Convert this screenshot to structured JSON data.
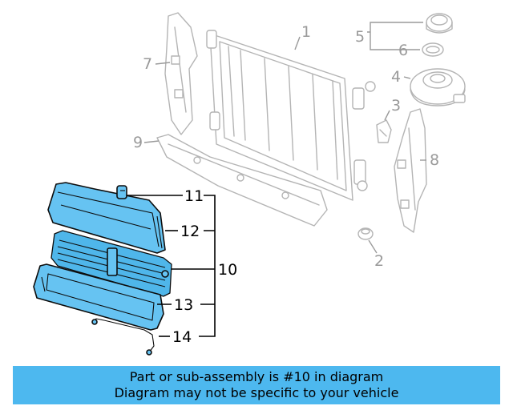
{
  "callouts": {
    "c1": "1",
    "c2": "2",
    "c3": "3",
    "c4": "4",
    "c5": "5",
    "c6": "6",
    "c7": "7",
    "c8": "8",
    "c9": "9",
    "c10": "10",
    "c11": "11",
    "c12": "12",
    "c13": "13",
    "c14": "14"
  },
  "banner": {
    "line1": "Part or sub-assembly is #10 in diagram",
    "line2": "Diagram may not be specific to your vehicle"
  },
  "colors": {
    "highlight": "#66c3f2",
    "banner": "#4db8ef",
    "ghost_parts": "#b4b4b4"
  }
}
